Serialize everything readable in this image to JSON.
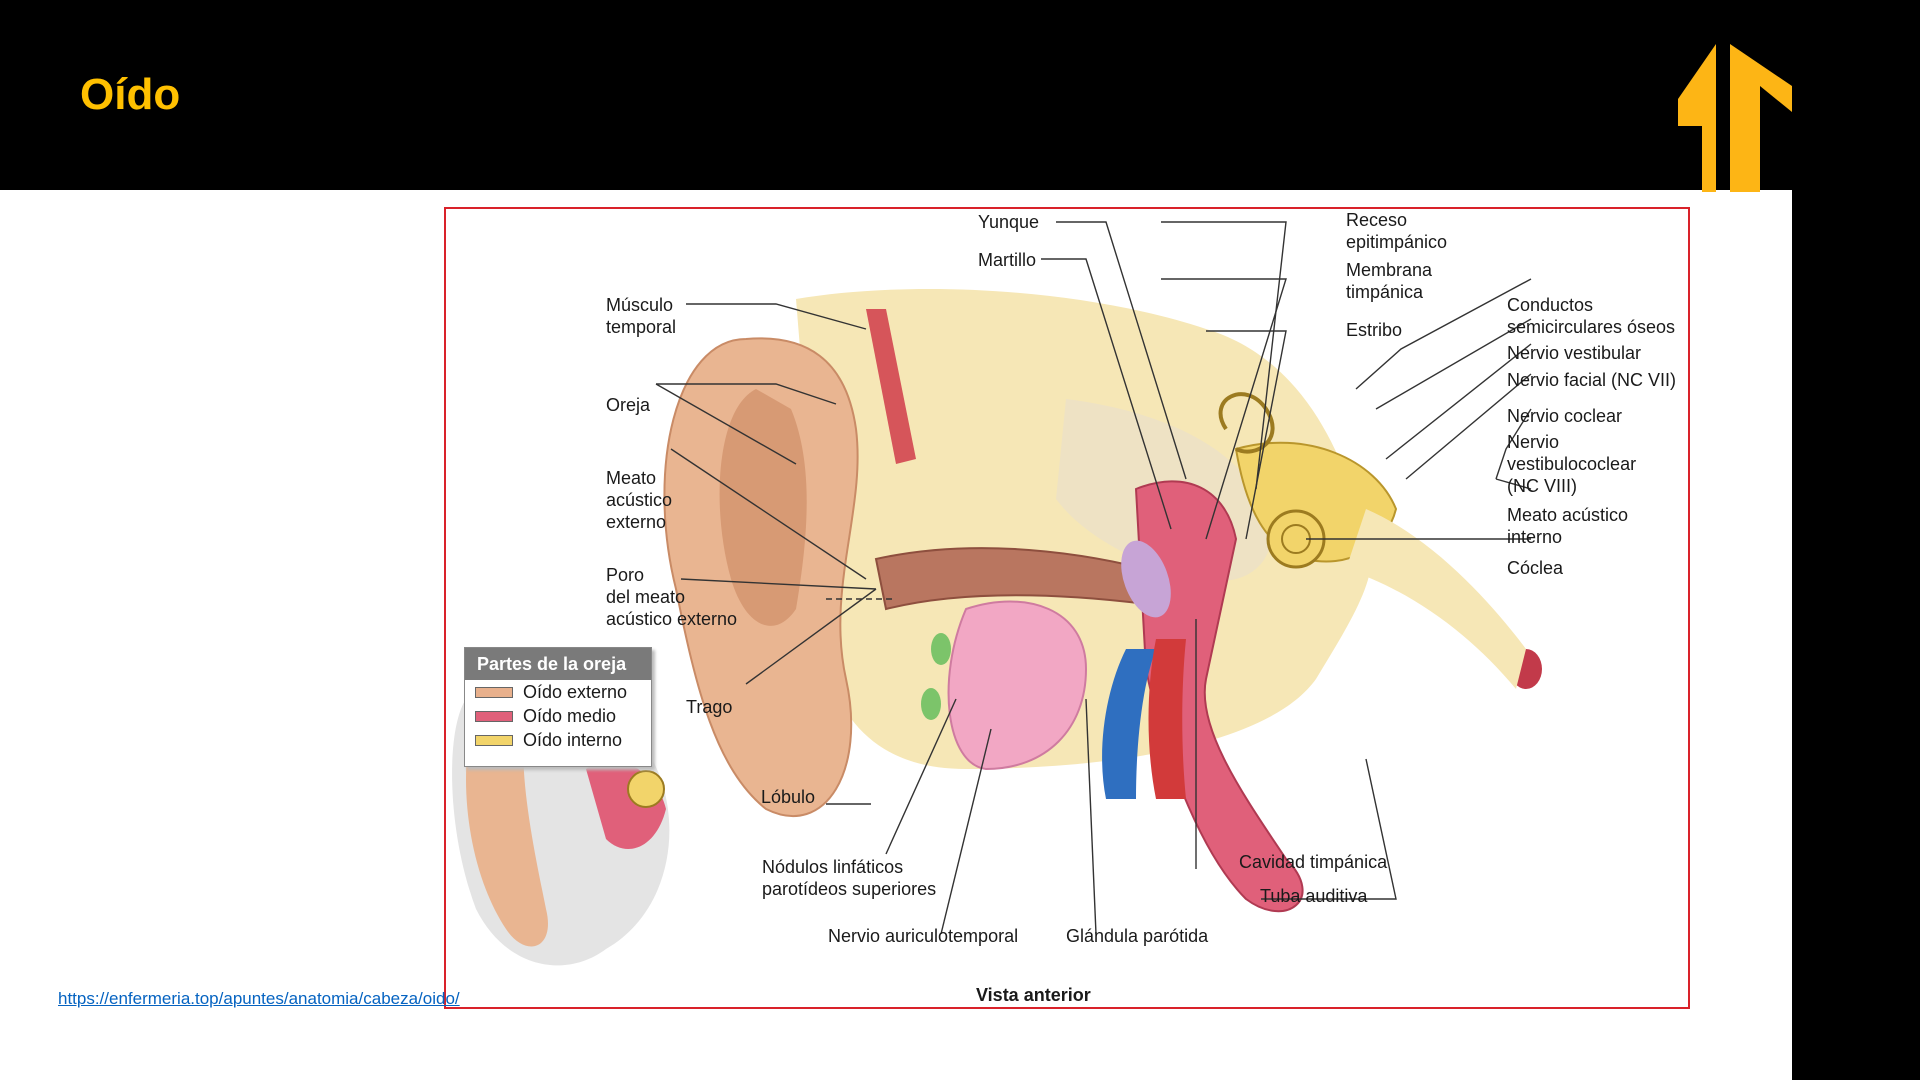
{
  "slide": {
    "title": "Oído",
    "source_link": "https://enfermeria.top/apuntes/anatomia/cabeza/oido/"
  },
  "colors": {
    "title": "#FFC000",
    "logo": "#FDB515",
    "frame": "#d9222a"
  },
  "diagram": {
    "labels": {
      "yunque": "Yunque",
      "martillo": "Martillo",
      "receso": "Receso\nepitimpánico",
      "membrana": "Membrana\ntimpánica",
      "estribo": "Estribo",
      "musculo": "Músculo\ntemporal",
      "oreja": "Oreja",
      "meato_ext": "Meato\nacústico\nexterno",
      "poro": "Poro\ndel meato\nacústico externo",
      "trago": "Trago",
      "lobulo": "Lóbulo",
      "nodulos": "Nódulos linfáticos\nparotídeos superiores",
      "nervio_auriculo": "Nervio auriculotemporal",
      "glandula": "Glándula parótida",
      "cavidad": "Cavidad timpánica",
      "tuba": "Tuba auditiva",
      "conductos": "Conductos\nsemicirculares óseos",
      "vestibular": "Nervio vestibular",
      "facial": "Nervio facial (NC VII)",
      "coclear": "Nervio coclear",
      "vestibulococlear": "Nervio\nvestibulococlear\n(NC VIII)",
      "meato_int": "Meato acústico\ninterno",
      "coclea": "Cóclea",
      "vista": "Vista anterior"
    },
    "legend": {
      "title": "Partes de la oreja",
      "items": [
        {
          "label": "Oído externo",
          "color": "#e8b08c"
        },
        {
          "label": "Oído medio",
          "color": "#e0607a"
        },
        {
          "label": "Oído interno",
          "color": "#f2d46a"
        }
      ]
    }
  }
}
